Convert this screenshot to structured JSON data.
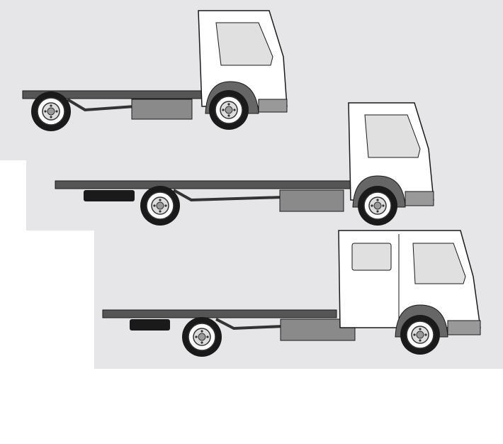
{
  "illustration": {
    "subject": "truck-chassis-variants",
    "variants": [
      "short-wheelbase-single-cab",
      "long-wheelbase-single-cab",
      "crew-cab"
    ]
  },
  "colors": {
    "background_panel": "#e6e6e8",
    "page": "#ffffff",
    "outline": "#1a1a1a",
    "chassis": "#555555",
    "tank": "#8a8a8a",
    "cab": "#ffffff",
    "window": "#e0e0e0",
    "tire": "#1a1a1a"
  }
}
